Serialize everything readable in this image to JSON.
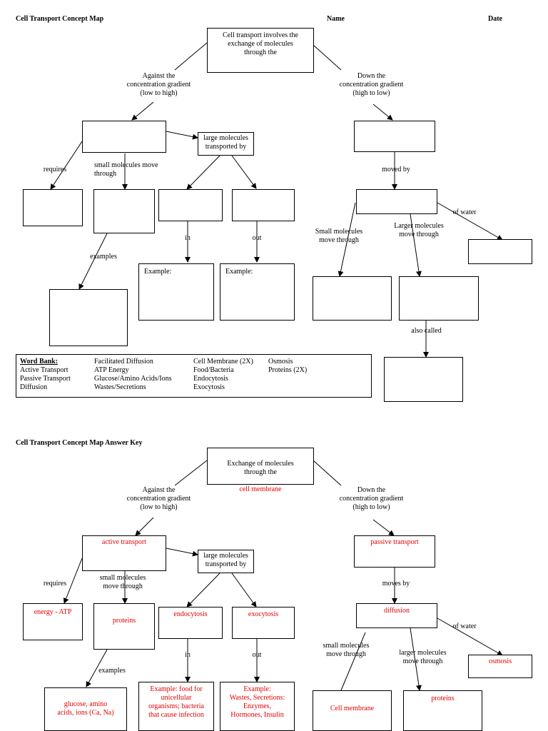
{
  "worksheet": {
    "title": "Cell Transport Concept Map",
    "name_label": "Name",
    "date_label": "Date",
    "top": "Cell transport involves the\nexchange of molecules\nthrough the",
    "against": "Against the\nconcentration gradient\n(low to high)",
    "down": "Down the\nconcentration gradient\n(high to low)",
    "large_molecules": "large molecules\ntransported by",
    "requires": "requires",
    "small_molecules": "small molecules move\nthrough",
    "moved_by": "moved by",
    "of_water": "of water",
    "in": "in",
    "out": "out",
    "examples": "examples",
    "example_left": "Example:",
    "example_right": "Example:",
    "small_through": "Small molecules\nmove through",
    "larger_through": "Larger molecules\nmove through",
    "also_called": "also called"
  },
  "word_bank": {
    "heading": "Word Bank:",
    "col1": "Active Transport\nPassive Transport\nDiffusion",
    "col2": "Facilitated Diffusion\nATP Energy\nGlucose/Amino Acids/Ions\nWastes/Secretions",
    "col3": "Cell Membrane (2X)\nFood/Bacteria\nEndocytosis\nExocytosis",
    "col4": "Osmosis\nProteins (2X)"
  },
  "answer_key": {
    "title": "Cell Transport Concept Map Answer Key",
    "top": "Exchange of molecules\nthrough the",
    "top_answer": "cell membrane",
    "against": "Against the\nconcentration gradient\n(low to high)",
    "down": "Down the\nconcentration gradient\n(high to low)",
    "active_transport": "active transport",
    "large_molecules": "large molecules\ntransported by",
    "passive_transport": "passive transport",
    "requires": "requires",
    "small_molecules": "small molecules\nmove through",
    "moves_by": "moves by",
    "energy": "energy - ATP",
    "proteins": "proteins",
    "endocytosis": "endocytosis",
    "exocytosis": "exocytosis",
    "diffusion": "diffusion",
    "of_water": "of water",
    "small_through": "small molecules\nmove through",
    "larger_through": "larger molecules\nmove through",
    "osmosis": "osmosis",
    "in": "in",
    "out": "out",
    "examples": "examples",
    "glucose": "glucose, amino\nacids, ions (Ca, Na)",
    "endo_example": "Example: food for\nunicellular\norganisms; bacteria\nthat cause infection",
    "exo_example": "Example:\nWastes, Secretions:\nEnzymes,\nHormones, Insulin",
    "cell_membrane": "Cell membrane",
    "proteins2": "proteins"
  }
}
